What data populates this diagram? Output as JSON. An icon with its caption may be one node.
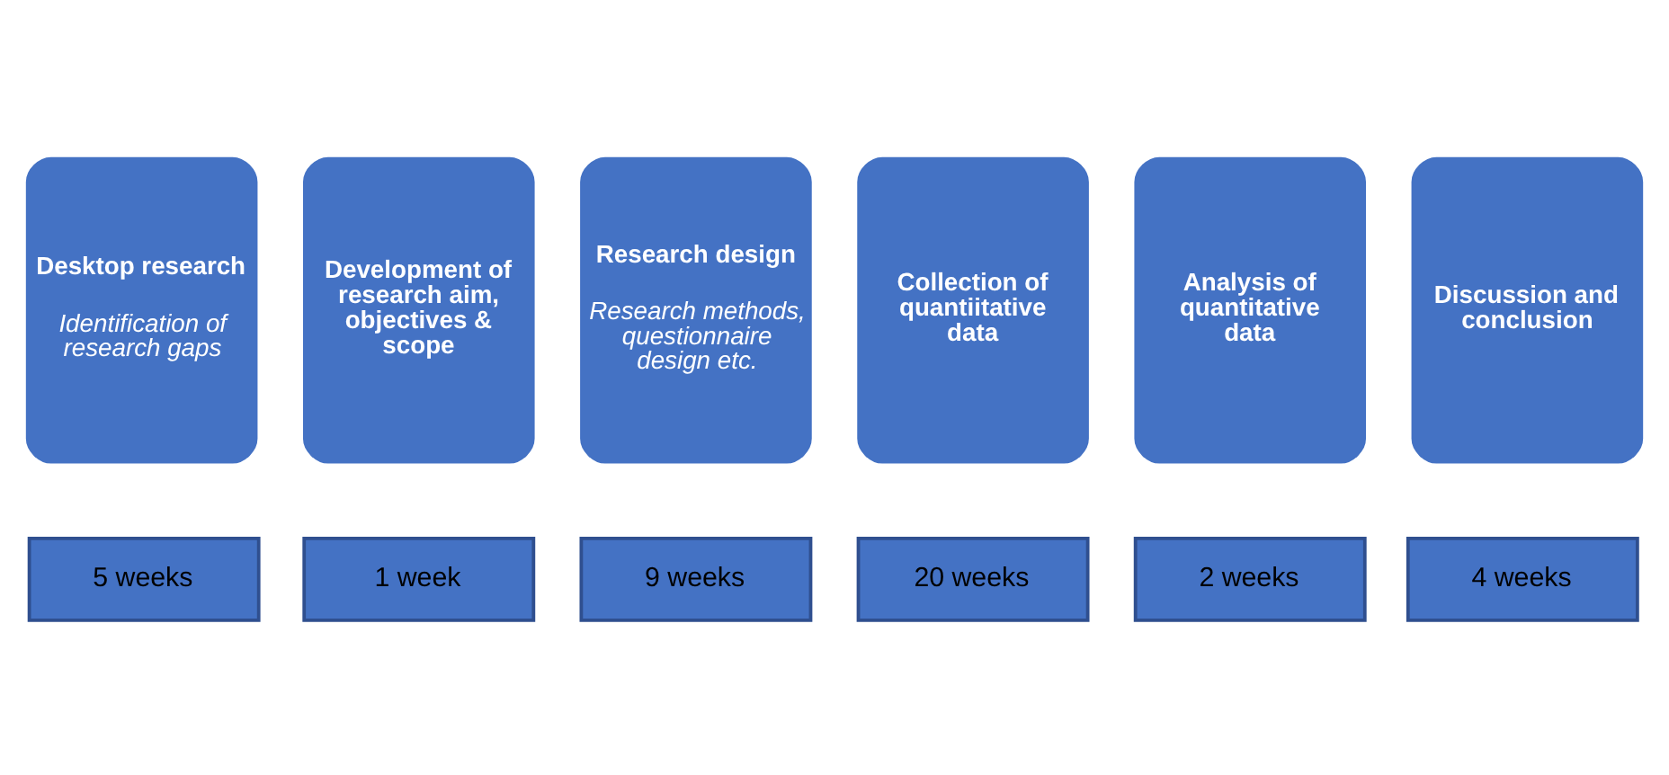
{
  "diagram": {
    "nodes": [
      {
        "text": [
          "Desktop research",
          "Identification of research gaps"
        ]
      },
      {
        "text": [
          "Development of research aim, objectives & scope"
        ]
      },
      {
        "text": [
          "Research design",
          "Research methods, questionnaire design etc."
        ]
      },
      {
        "text": [
          "Collection of quantiitative data"
        ]
      },
      {
        "text": [
          "Analysis of quantitative data"
        ]
      },
      {
        "text": [
          "Discussion and conclusion"
        ]
      },
      {
        "text": [
          "5 weeks"
        ]
      },
      {
        "text": [
          "1 week"
        ]
      },
      {
        "text": [
          "9 weeks"
        ]
      },
      {
        "text": [
          "20 weeks"
        ]
      },
      {
        "text": [
          "2 weeks"
        ]
      },
      {
        "text": [
          "4 weeks"
        ]
      }
    ]
  }
}
